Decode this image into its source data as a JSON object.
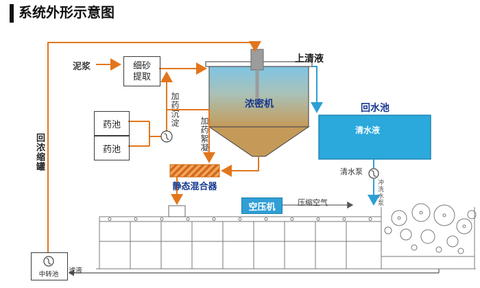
{
  "title": "系统外形示意图",
  "labels": {
    "mud": "泥浆",
    "sand_extraction": "细砂提取",
    "supernatant": "上清液",
    "thickener": "浓密机",
    "dosing_sediment": "加药沉淀",
    "dosing_floc": "加药絮凝",
    "chem_pool_1": "药池",
    "chem_pool_2": "药池",
    "static_mixer": "静态混合器",
    "return_to_thickener": "回浓缩罐",
    "return_pool": "回水池",
    "clear_water": "清水液",
    "clear_water_pump": "清水泵",
    "flush_pump": "冲洗水泵",
    "air_compressor": "空压机",
    "compressed_air": "压缩空气",
    "transfer_pool": "中转池",
    "filtrate": "滤液"
  },
  "colors": {
    "slurry_line": "#e2761b",
    "water_line": "#2e9fd4",
    "pool_fill": "#2ba8dc",
    "label_navy": "#16388e",
    "machine_line": "#777777"
  }
}
